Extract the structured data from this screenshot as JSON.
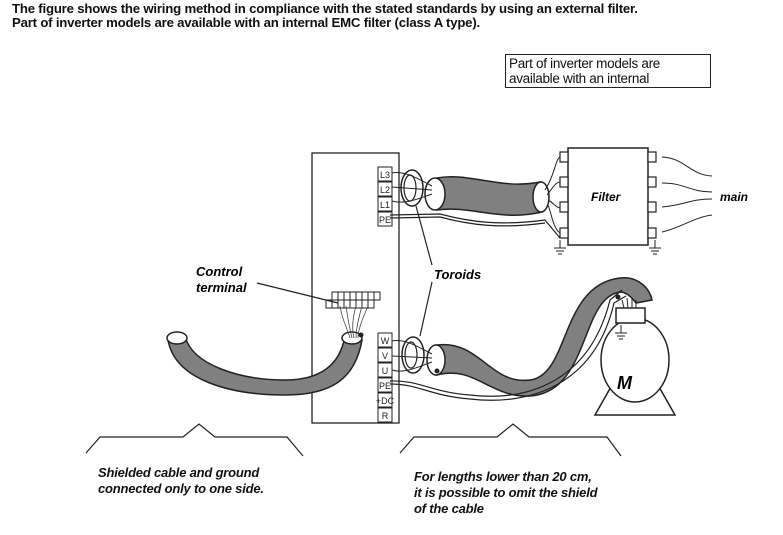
{
  "header": {
    "line1": "The figure shows the wiring method in compliance with the stated standards by using an external filter.",
    "line2": "Part of inverter models are available with an internal EMC filter (class A type)."
  },
  "note_box": {
    "line1": "Part of inverter models are",
    "line2": "available with an internal"
  },
  "labels": {
    "filter": "Filter",
    "main": "main",
    "toroids": "Toroids",
    "control_line1": "Control",
    "control_line2": "terminal",
    "motor": "M"
  },
  "input_terminals": [
    "L3",
    "L2",
    "L1",
    "PE"
  ],
  "output_terminals": [
    "W",
    "V",
    "U",
    "PE",
    "+DC",
    "R"
  ],
  "captions": {
    "left": [
      "Shielded cable and ground",
      "connected only to one side."
    ],
    "right": [
      "For lengths lower than 20 cm,",
      "it is possible to omit the shield",
      "of the cable"
    ]
  },
  "colors": {
    "cable_fill": "#808080",
    "line": "#222222"
  }
}
